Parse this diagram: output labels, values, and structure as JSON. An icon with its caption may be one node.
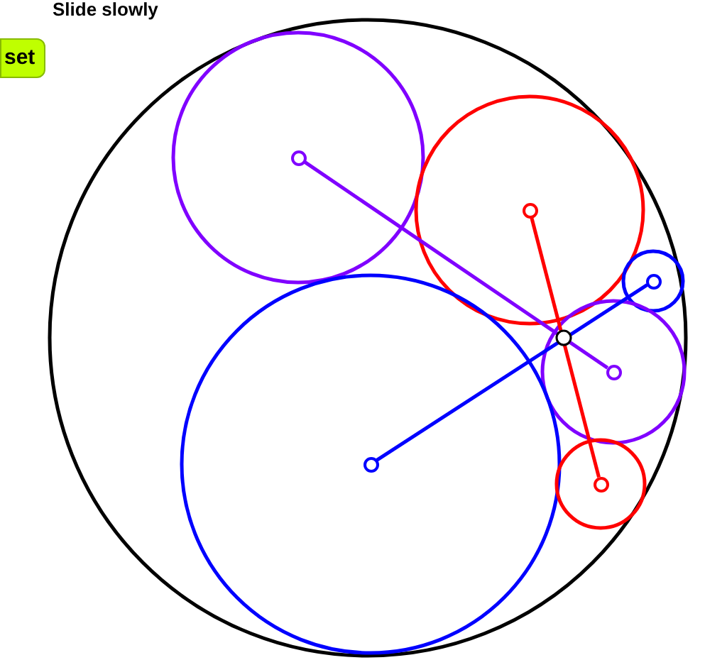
{
  "diagram": {
    "nodes": [
      {
        "text": [],
        "shape": "circle"
      },
      {
        "text": [],
        "shape": "circle"
      },
      {
        "text": [],
        "shape": "circle"
      },
      {
        "text": [],
        "shape": "circle"
      },
      {
        "text": [],
        "shape": "circle"
      },
      {
        "text": [],
        "shape": "circle"
      }
    ],
    "edges": [
      {
        "from": 0,
        "to": 3,
        "arrow": "none",
        "color": "#8000ff"
      },
      {
        "from": 1,
        "to": 5,
        "arrow": "none",
        "color": "#ff0000"
      },
      {
        "from": 4,
        "to": 2,
        "arrow": "none",
        "color": "#0000ff"
      }
    ],
    "labels": [
      "Slide slowly",
      "set"
    ]
  }
}
